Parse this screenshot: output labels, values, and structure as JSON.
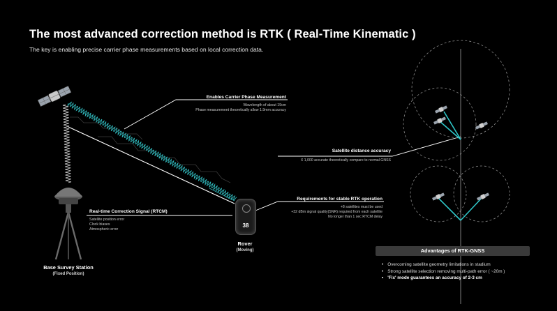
{
  "header": {
    "title": "The most advanced correction method is RTK ( Real-Time Kinematic )",
    "subtitle": "The key is enabling precise carrier phase measurements based on local correction data."
  },
  "callouts": {
    "carrier": {
      "heading": "Enables Carrier Phase Measurement",
      "lines": [
        "Wavelength of about 19cm",
        "Phase measurement theoretically allow 1.9mm accuracy"
      ]
    },
    "rtcm": {
      "heading": "Real-time Correction Signal (RTCM)",
      "lines": [
        "Satellite position error",
        "Clock biases",
        "Atmospheric error"
      ]
    },
    "distance": {
      "heading": "Satellite distance accuracy",
      "lines": [
        "X 1,000 accurate theoretically compare to normal GNSS"
      ]
    },
    "requirements": {
      "heading": "Requirements for stable RTK operation",
      "lines": [
        "+8 satellites must be used",
        "+32 dBm signal quality(SNR) required from each satellite",
        "No longer than 1 sec RTCM delay"
      ]
    }
  },
  "rover": {
    "label": "Rover",
    "sublabel": "(Moving)",
    "display_value": "38"
  },
  "base_station": {
    "label": "Base Survey Station",
    "sublabel": "(Fixed Position)"
  },
  "advantages": {
    "heading": "Advantages of RTK-GNSS",
    "items": [
      "Overcoming satellite geometry limitations in stadium",
      "Strong satellite selection removing multi-path error ( ~20m )",
      "'Fix' mode guarantees an accuracy of 2-3 cm"
    ]
  },
  "colors": {
    "background": "#000000",
    "signal_wave": "#2fb5b8",
    "signal_wave_white": "#e8e8e8",
    "dashed_circle": "#8a8a8a",
    "geometry_line": "#2fc7c9",
    "advantages_box": "#3a3a3a"
  },
  "icons": [
    "satellite-icon",
    "base-station-antenna-icon",
    "tripod-icon",
    "rover-device-icon",
    "small-satellite-icon"
  ]
}
